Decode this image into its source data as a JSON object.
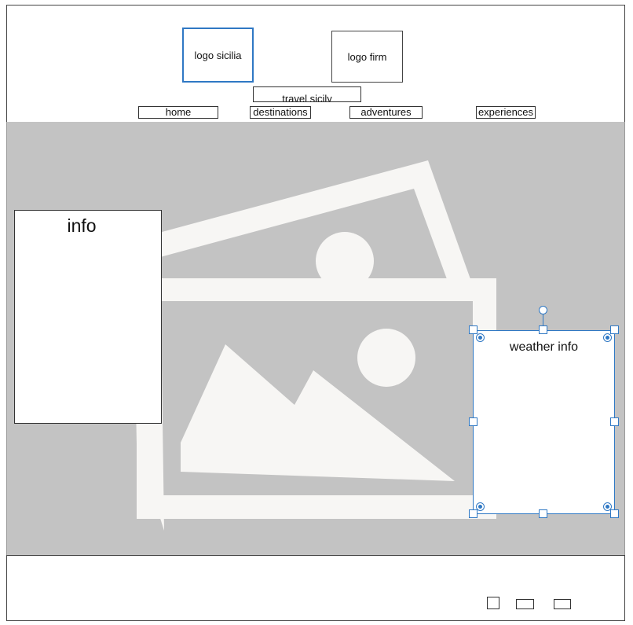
{
  "header": {
    "logo_sicilia": "logo sicilia",
    "logo_firm": "logo firm",
    "travel_title": "travel sicily"
  },
  "nav": {
    "items": [
      {
        "label": "home"
      },
      {
        "label": "destinations"
      },
      {
        "label": "adventures"
      },
      {
        "label": "experiences"
      }
    ]
  },
  "hero": {
    "image_icon": "image-placeholder-icon"
  },
  "info": {
    "title": "info"
  },
  "weather": {
    "title": "weather info"
  },
  "footer": {
    "icons": [
      "square-icon",
      "rectangle-icon",
      "rectangle-icon"
    ]
  },
  "colors": {
    "hero_bg": "#c3c3c3",
    "placeholder_fg": "#f7f6f4",
    "selection": "#2f78c4"
  }
}
